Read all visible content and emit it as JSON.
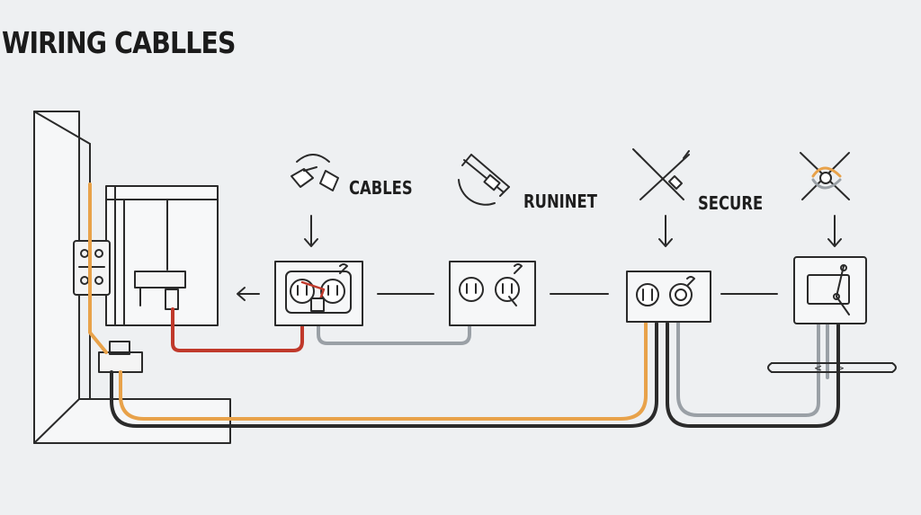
{
  "title": "WIRING CABLLES",
  "steps": [
    {
      "label": "CABLES",
      "icon": "cable-connectors-icon"
    },
    {
      "label": "RUNINET",
      "icon": "cable-cutter-icon"
    },
    {
      "label": "SECURE",
      "icon": "crossed-tools-icon"
    },
    {
      "label": "",
      "icon": "wire-bundle-icon"
    }
  ],
  "strap_marks": "< >",
  "colors": {
    "background": "#eef0f2",
    "line": "#2a2a2a",
    "orange_wire": "#e8a24a",
    "red_wire": "#c0392b",
    "gray_wire": "#9aa0a6",
    "black_wire": "#2b2b2b"
  }
}
